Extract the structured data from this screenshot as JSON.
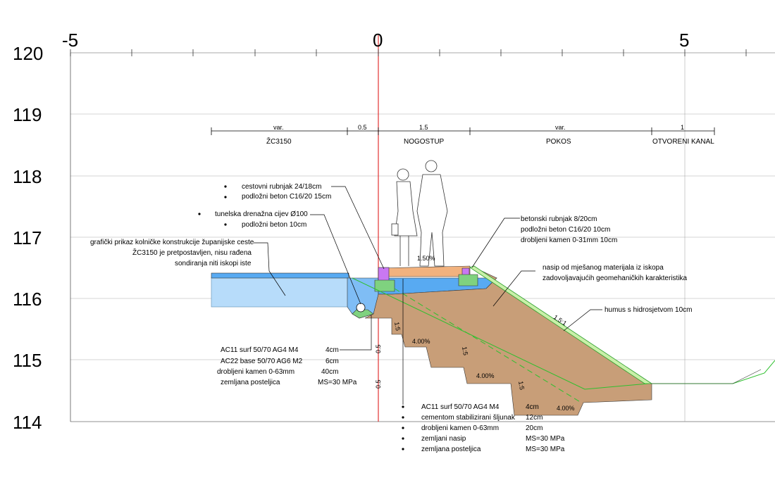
{
  "axis": {
    "x_ticks": [
      "-5",
      "0",
      "5"
    ],
    "y_ticks": [
      "120",
      "119",
      "118",
      "117",
      "116",
      "115",
      "114"
    ]
  },
  "dimensions": {
    "values": [
      "var.",
      "0.5",
      "1.5",
      "var.",
      "1"
    ],
    "labels": [
      "ŽC3150",
      "NOGOSTUP",
      "POKOS",
      "OTVORENI KANAL"
    ]
  },
  "notes": {
    "curb_1": "cestovni rubnjak 24/18cm",
    "curb_2": "podložni beton C16/20 15cm",
    "drain_1": "tunelska drenažna cijev Ø100",
    "drain_2": "podložni beton 10cm",
    "road_1": "grafički prikaz kolničke konstrukcije županijske ceste",
    "road_2": "ŽC3150 je pretpostavljen, nisu rađena",
    "road_3": "sondiranja niti iskopi iste",
    "bcurb_1": "betonski rubnjak 8/20cm",
    "bcurb_2": "podložni beton C16/20  10cm",
    "bcurb_3": "drobljeni kamen 0-31mm 10cm",
    "fill_1": "nasip od mješanog materijala iz iskopa",
    "fill_2": "zadovoljavajućih geomehaničkih karakteristika",
    "humus": "humus s hidrosjetvom 10cm"
  },
  "slopes": {
    "cross_fall": "1.50%",
    "embankment": "1.5:1",
    "step_a": "1:5",
    "step_b": "1:5",
    "step_c": "1:5",
    "bench_1": "4.00%",
    "bench_2": "4.00%",
    "bench_3": "4.00%",
    "dim_1": "0.5",
    "dim_2": "0.5"
  },
  "road_layers": [
    {
      "name": "AC11 surf 50/70 AG4 M4",
      "value": "4cm"
    },
    {
      "name": "AC22 base 50/70 AG6 M2",
      "value": "6cm"
    },
    {
      "name": "drobljeni kamen 0-63mm",
      "value": "40cm"
    },
    {
      "name": "zemljana posteljica",
      "value": "MS=30 MPa"
    }
  ],
  "sidewalk_layers": [
    {
      "name": "AC11 surf 50/70 AG4 M4",
      "value": "4cm"
    },
    {
      "name": "cementom stabilizirani šljunak",
      "value": "12cm"
    },
    {
      "name": "drobljeni kamen 0-63mm",
      "value": "20cm"
    },
    {
      "name": "zemljani nasip",
      "value": "MS=30 MPa"
    },
    {
      "name": "zemljana posteljica",
      "value": "MS=30 MPa"
    }
  ],
  "colors": {
    "axis_red": "#e0201f",
    "road_blue": "#b7dcfa",
    "asphalt_blue": "#58aaf2",
    "fill_brown": "#c89e78",
    "sidewalk_orange": "#f2b27e",
    "curb_purple": "#c978f2",
    "green": "#3fd23f",
    "humus_green": "#c8f0a8"
  }
}
